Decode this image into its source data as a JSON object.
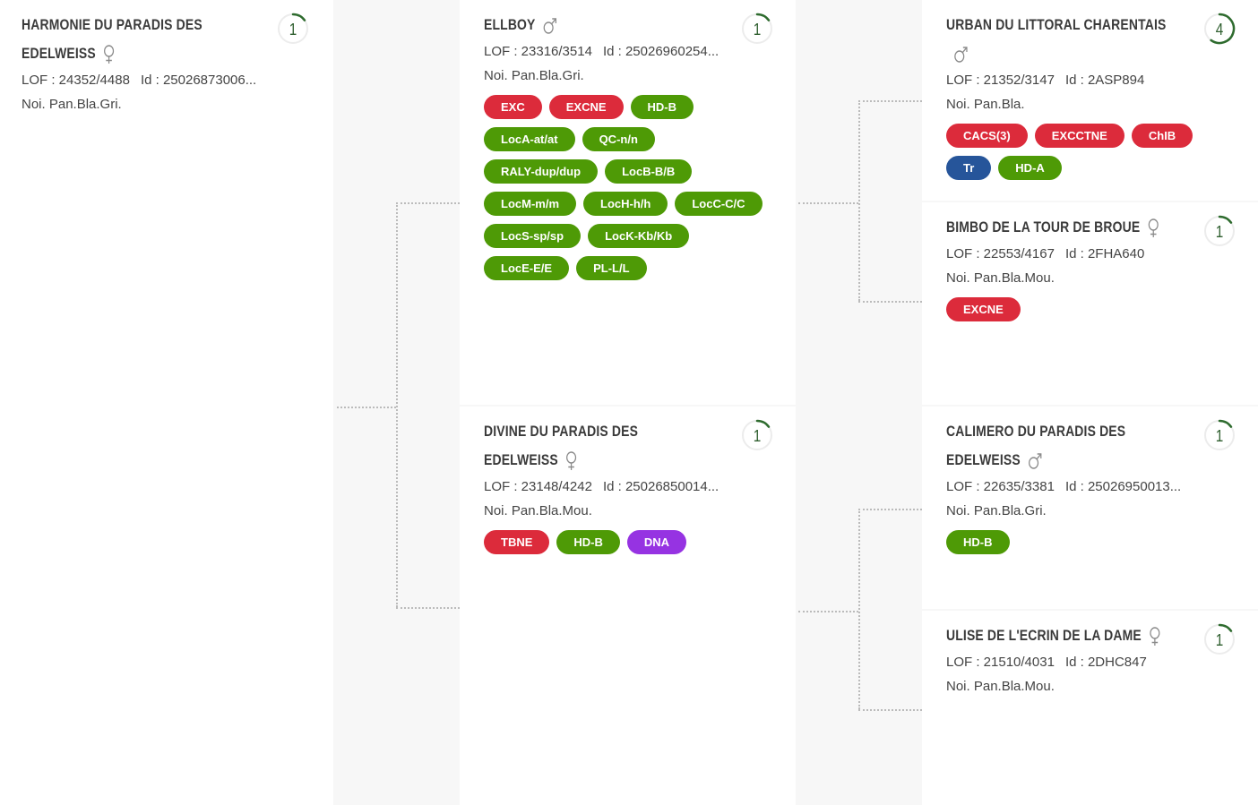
{
  "labels": {
    "lof": "LOF :",
    "id": "Id :"
  },
  "colors": {
    "red": "#dc2b3b",
    "green": "#4e9a06",
    "blue": "#26559a",
    "purple": "#9633e2",
    "counter_arc": "#2e6b2e"
  },
  "dogs": [
    {
      "name": "HARMONIE DU PARADIS DES EDELWEISS",
      "sex": "female",
      "sex_icon": "female-icon",
      "lof": "24352/4488",
      "id": "25026873006...",
      "color": "Noi. Pan.Bla.Gri.",
      "count": "1",
      "count_fraction": 0.15,
      "badges": []
    },
    {
      "name": "ELLBOY",
      "sex": "male",
      "sex_icon": "male-icon",
      "lof": "23316/3514",
      "id": "25026960254...",
      "color": "Noi. Pan.Bla.Gri.",
      "count": "1",
      "count_fraction": 0.15,
      "badges": [
        {
          "label": "EXC",
          "tone": "red"
        },
        {
          "label": "EXCNE",
          "tone": "red"
        },
        {
          "label": "HD-B",
          "tone": "green"
        },
        {
          "label": "LocA-at/at",
          "tone": "green"
        },
        {
          "label": "QC-n/n",
          "tone": "green"
        },
        {
          "label": "RALY-dup/dup",
          "tone": "green"
        },
        {
          "label": "LocB-B/B",
          "tone": "green"
        },
        {
          "label": "LocM-m/m",
          "tone": "green"
        },
        {
          "label": "LocH-h/h",
          "tone": "green"
        },
        {
          "label": "LocC-C/C",
          "tone": "green"
        },
        {
          "label": "LocS-sp/sp",
          "tone": "green"
        },
        {
          "label": "LocK-Kb/Kb",
          "tone": "green"
        },
        {
          "label": "LocE-E/E",
          "tone": "green"
        },
        {
          "label": "PL-L/L",
          "tone": "green"
        }
      ]
    },
    {
      "name": "DIVINE DU PARADIS DES EDELWEISS",
      "sex": "female",
      "sex_icon": "female-icon",
      "lof": "23148/4242",
      "id": "25026850014...",
      "color": "Noi. Pan.Bla.Mou.",
      "count": "1",
      "count_fraction": 0.15,
      "badges": [
        {
          "label": "TBNE",
          "tone": "red"
        },
        {
          "label": "HD-B",
          "tone": "green"
        },
        {
          "label": "DNA",
          "tone": "purple"
        }
      ]
    },
    {
      "name": "URBAN DU LITTORAL CHARENTAIS",
      "sex": "male",
      "sex_icon": "male-icon",
      "lof": "21352/3147",
      "id": "2ASP894",
      "color": "Noi. Pan.Bla.",
      "count": "4",
      "count_fraction": 0.6,
      "badges": [
        {
          "label": "CACS(3)",
          "tone": "red"
        },
        {
          "label": "EXCCTNE",
          "tone": "red"
        },
        {
          "label": "ChIB",
          "tone": "red"
        },
        {
          "label": "Tr",
          "tone": "blue"
        },
        {
          "label": "HD-A",
          "tone": "green"
        }
      ]
    },
    {
      "name": "BIMBO DE LA TOUR DE BROUE",
      "sex": "female",
      "sex_icon": "female-icon",
      "lof": "22553/4167",
      "id": "2FHA640",
      "color": "Noi. Pan.Bla.Mou.",
      "count": "1",
      "count_fraction": 0.15,
      "badges": [
        {
          "label": "EXCNE",
          "tone": "red"
        }
      ]
    },
    {
      "name": "CALIMERO DU PARADIS DES EDELWEISS",
      "sex": "male",
      "sex_icon": "male-icon",
      "lof": "22635/3381",
      "id": "25026950013...",
      "color": "Noi. Pan.Bla.Gri.",
      "count": "1",
      "count_fraction": 0.15,
      "badges": [
        {
          "label": "HD-B",
          "tone": "green"
        }
      ]
    },
    {
      "name": "ULISE DE L'ECRIN DE LA DAME",
      "sex": "female",
      "sex_icon": "female-icon",
      "lof": "21510/4031",
      "id": "2DHC847",
      "color": "Noi. Pan.Bla.Mou.",
      "count": "1",
      "count_fraction": 0.15,
      "badges": []
    }
  ]
}
